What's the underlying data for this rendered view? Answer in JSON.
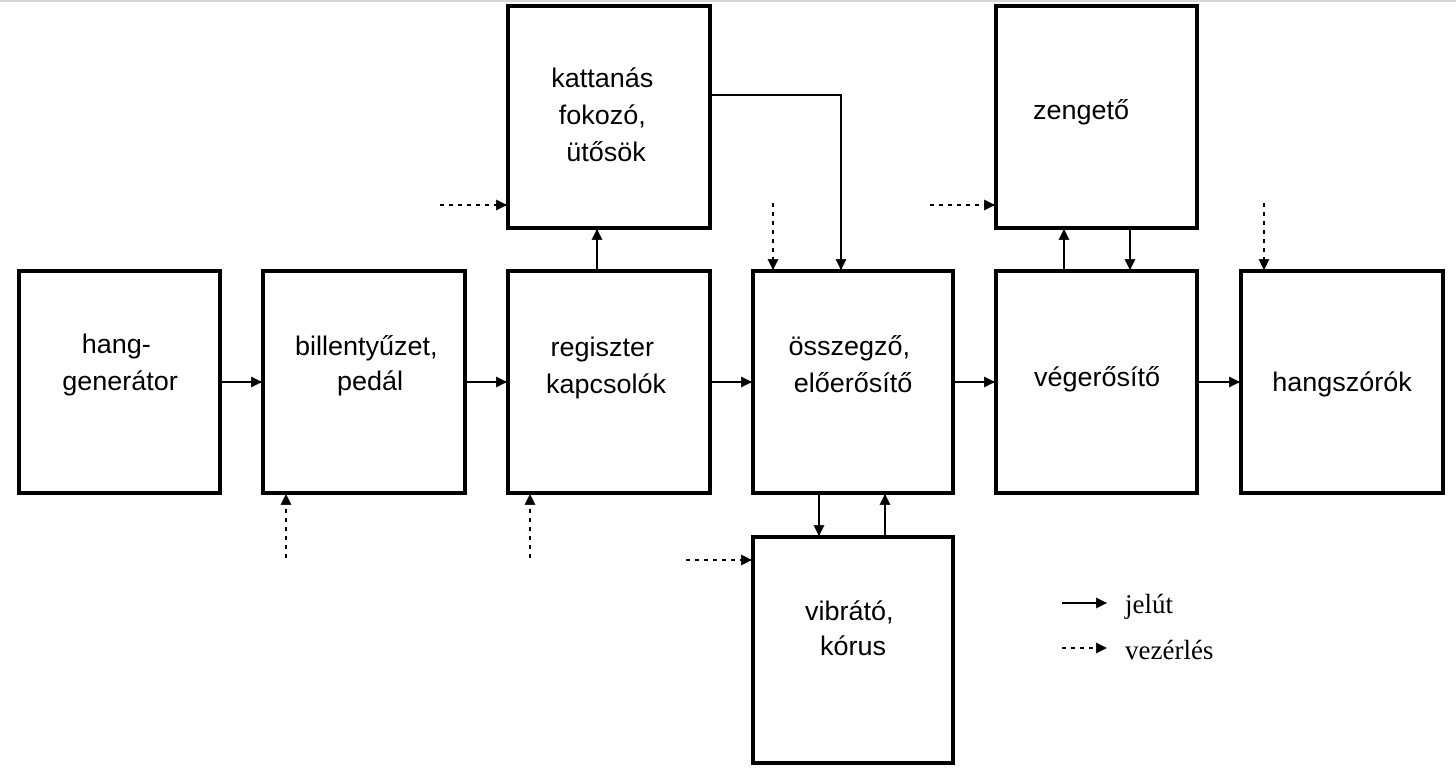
{
  "blocks": {
    "hanggenerator": [
      "hang-",
      "generátor"
    ],
    "billentyuzet": [
      "billentyűzet,",
      "pedál"
    ],
    "regiszter": [
      "regiszter",
      "kapcsolók"
    ],
    "osszegzo": [
      "összegző,",
      "előerősítő"
    ],
    "vegerosito": [
      "végerősítő"
    ],
    "hangszorok": [
      "hangszórók"
    ],
    "kattanas": [
      "kattanás",
      "fokozó,",
      "ütősök"
    ],
    "zengeto": [
      "zengető"
    ],
    "vibrato": [
      "vibrátó,",
      "kórus"
    ]
  },
  "legend": {
    "signal_label": "jelút",
    "control_label": "vezérlés"
  }
}
